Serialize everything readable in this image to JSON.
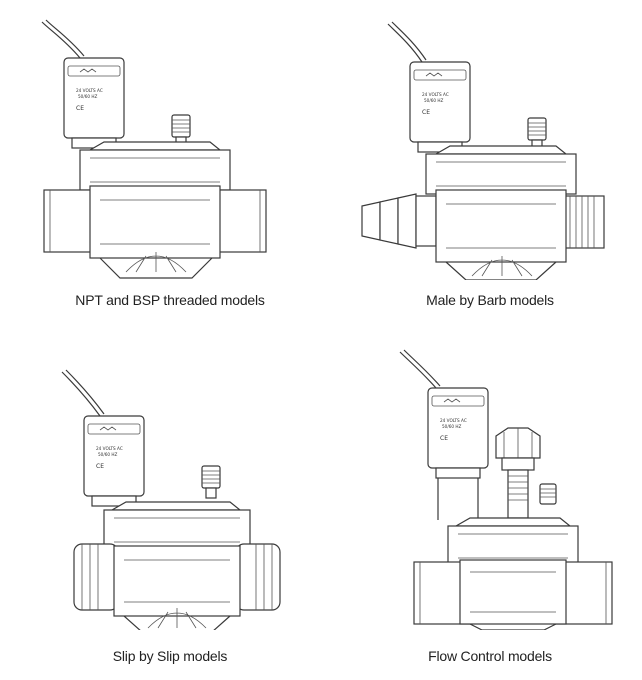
{
  "panels": [
    {
      "id": "npt",
      "caption": "NPT and BSP threaded models",
      "label_text": "24 VOLTS AC\n50/60 HZ",
      "ce": "CE"
    },
    {
      "id": "barb",
      "caption": "Male by Barb models",
      "label_text": "24 VOLTS AC\n50/60 HZ",
      "ce": "CE"
    },
    {
      "id": "slip",
      "caption": "Slip by Slip models",
      "label_text": "24 VOLTS AC\n50/60 HZ",
      "ce": "CE"
    },
    {
      "id": "flow",
      "caption": "Flow Control models",
      "label_text": "24 VOLTS AC\n50/60 HZ",
      "ce": "CE"
    }
  ],
  "icons": [
    "valve-drawing"
  ]
}
